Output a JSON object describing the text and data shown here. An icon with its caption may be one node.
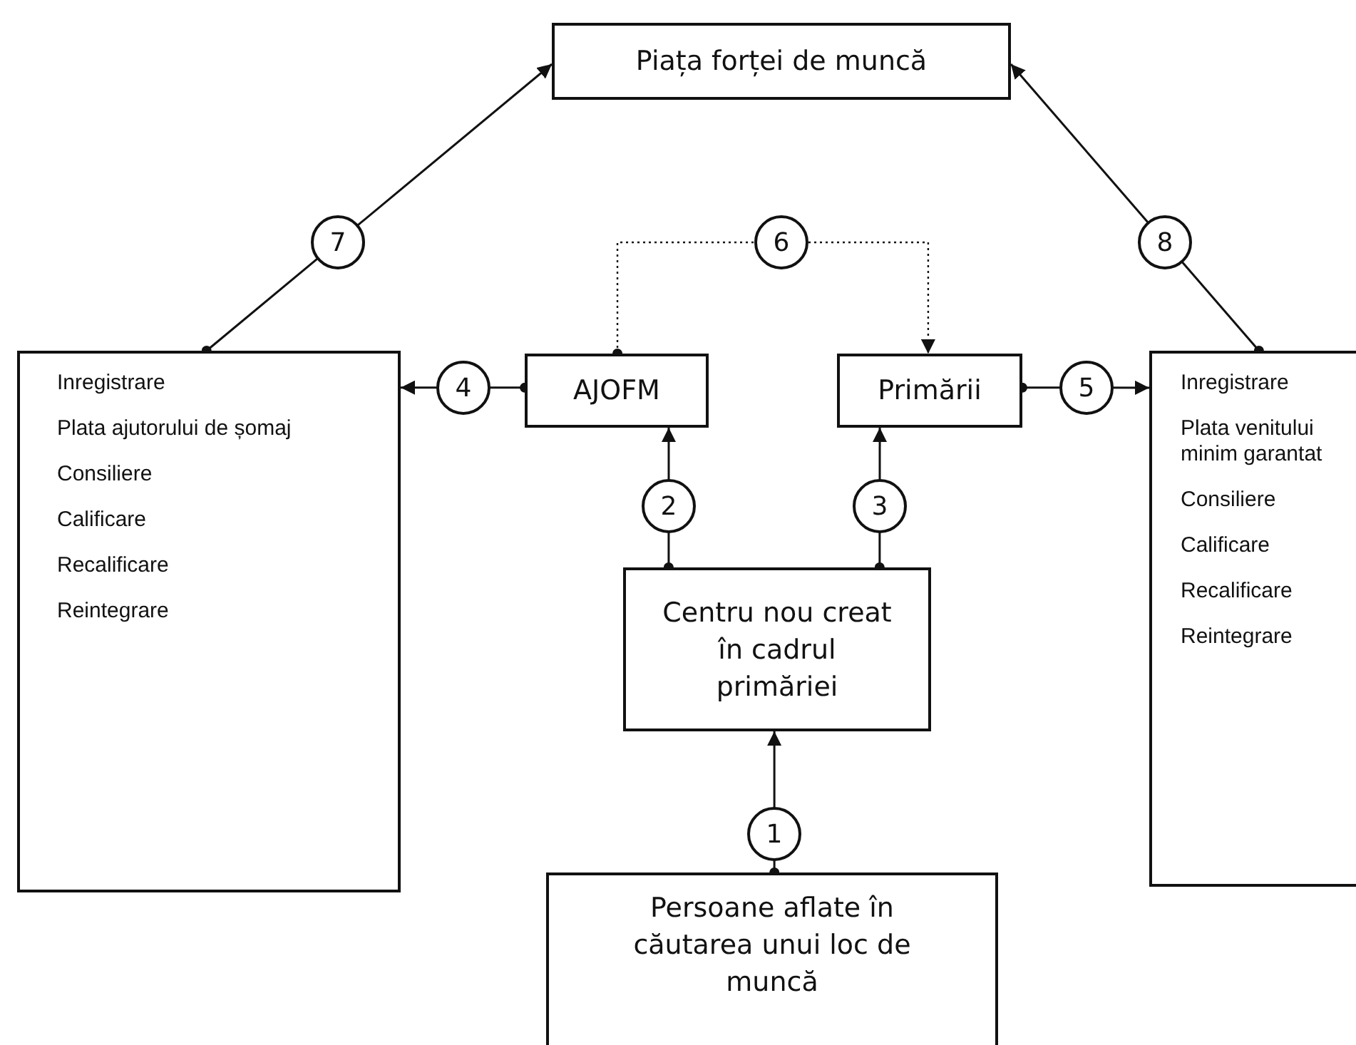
{
  "diagram": {
    "nodes": [
      {
        "text": [
          "Piața forței de muncă"
        ]
      },
      {
        "text": [
          "Inregistrare",
          "Plata ajutorului de șomaj",
          "Consiliere",
          "Calificare",
          "Recalificare",
          "Reintegrare"
        ]
      },
      {
        "text": [
          "AJOFM"
        ]
      },
      {
        "text": [
          "Primării"
        ]
      },
      {
        "text": [
          "Inregistrare",
          "Plata venitului minim garantat",
          "Consiliere",
          "Calificare",
          "Recalificare",
          "Reintegrare"
        ]
      },
      {
        "text": [
          "Centru nou creat în cadrul primăriei"
        ]
      },
      {
        "text": [
          "Persoane aflate în căutarea unui loc de muncă"
        ]
      }
    ],
    "edges": [
      {
        "from": 6,
        "to": 5,
        "arrow": "to",
        "label": "1"
      },
      {
        "from": 5,
        "to": 2,
        "arrow": "to",
        "label": "2"
      },
      {
        "from": 5,
        "to": 3,
        "arrow": "to",
        "label": "3"
      },
      {
        "from": 2,
        "to": 1,
        "arrow": "to",
        "label": "4"
      },
      {
        "from": 3,
        "to": 4,
        "arrow": "to",
        "label": "5"
      },
      {
        "from": 2,
        "to": 3,
        "arrow": "to",
        "label": "6",
        "style": "dashed"
      },
      {
        "from": 1,
        "to": 0,
        "arrow": "to",
        "label": "7"
      },
      {
        "from": 4,
        "to": 0,
        "arrow": "to",
        "label": "8"
      }
    ]
  }
}
